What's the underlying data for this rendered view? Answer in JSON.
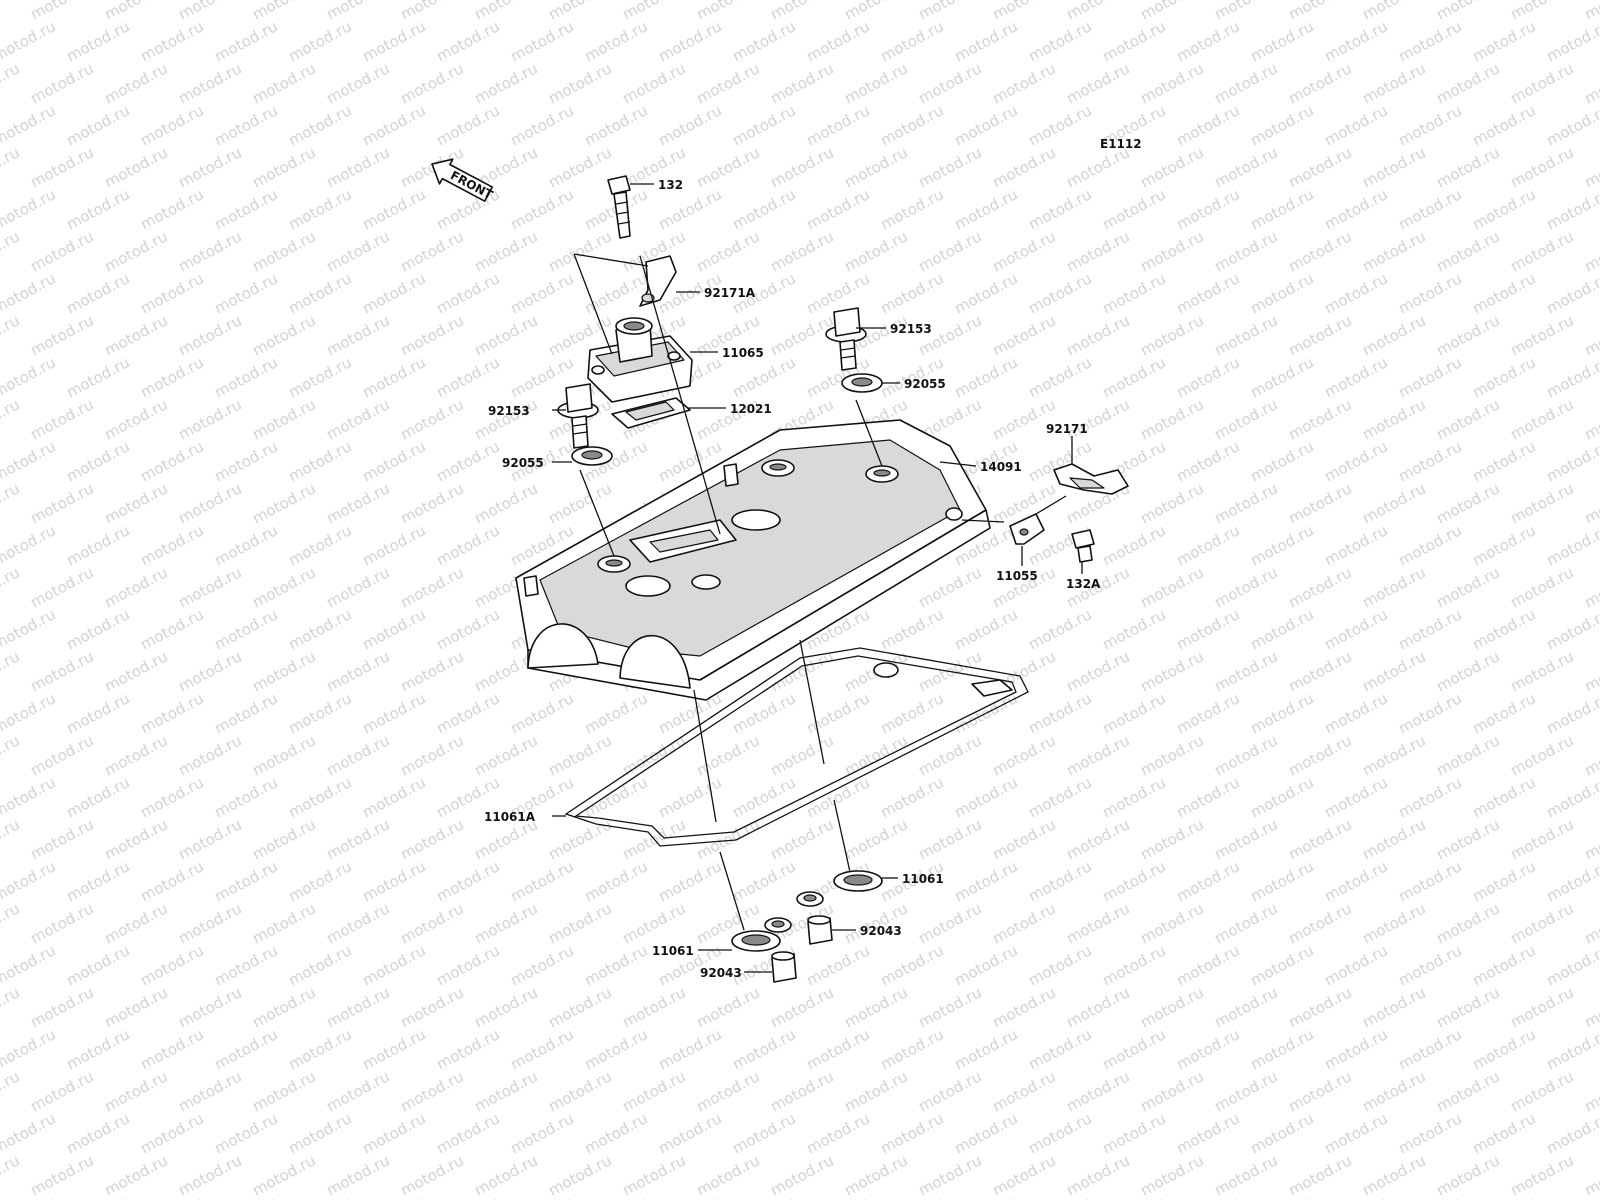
{
  "watermark": "motod.ru",
  "diagram_code": "E1112",
  "front_label": "FRONT",
  "labels": {
    "p132": "132",
    "p92171A": "92171A",
    "p92153_top": "92153",
    "p11065": "11065",
    "p92055_right": "92055",
    "p92153_left": "92153",
    "p12021": "12021",
    "p92055_left": "92055",
    "p14091": "14091",
    "p92171": "92171",
    "p11055": "11055",
    "p132A": "132A",
    "p11061A": "11061A",
    "p11061_right": "11061",
    "p92043_right": "92043",
    "p11061_left": "11061",
    "p92043_left": "92043"
  },
  "colors": {
    "line": "#111111",
    "watermark": "#d2d2d2",
    "part_fill": "#ffffff",
    "shade": "#d9d9d9"
  }
}
